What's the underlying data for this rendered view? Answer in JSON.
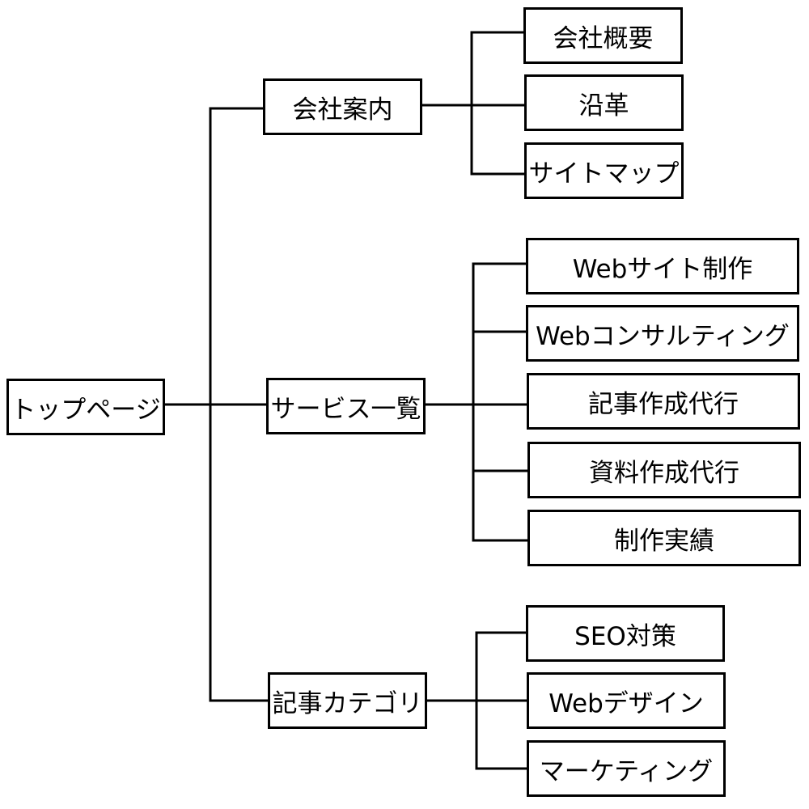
{
  "root": {
    "label": "トップページ"
  },
  "sections": [
    {
      "label": "会社案内",
      "children": [
        {
          "label": "会社概要"
        },
        {
          "label": "沿革"
        },
        {
          "label": "サイトマップ"
        }
      ]
    },
    {
      "label": "サービス一覧",
      "children": [
        {
          "label": "Webサイト制作"
        },
        {
          "label": "Webコンサルティング"
        },
        {
          "label": "記事作成代行"
        },
        {
          "label": "資料作成代行"
        },
        {
          "label": "制作実績"
        }
      ]
    },
    {
      "label": "記事カテゴリ",
      "children": [
        {
          "label": "SEO対策"
        },
        {
          "label": "Webデザイン"
        },
        {
          "label": "マーケティング"
        }
      ]
    }
  ]
}
